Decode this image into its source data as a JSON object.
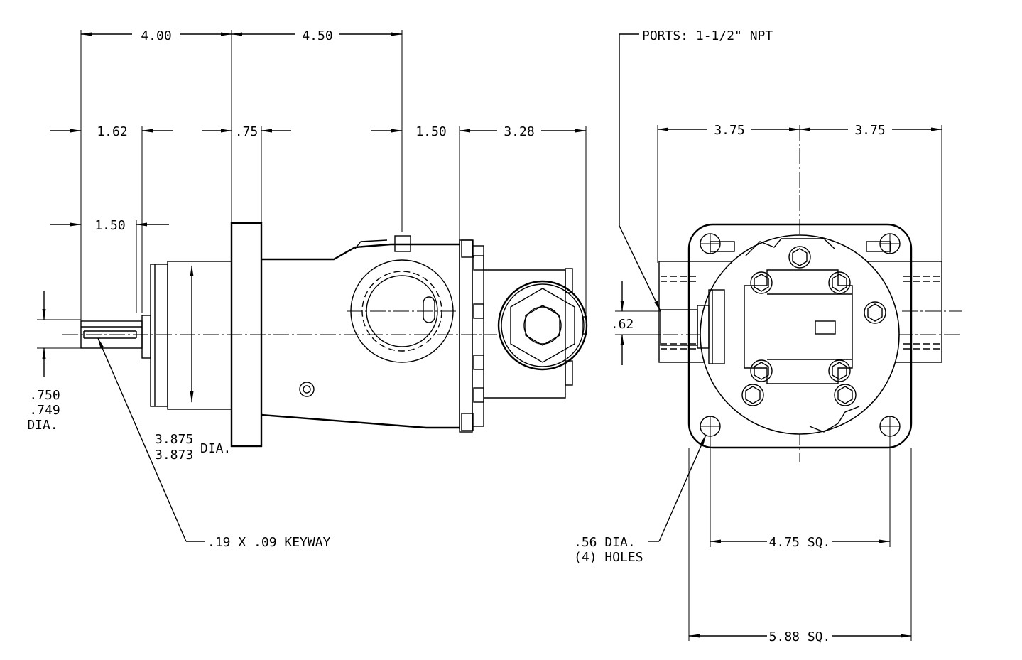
{
  "side_view": {
    "dim_overall_left": "4.00",
    "dim_overall_right": "4.50",
    "dim_shaft_length": "1.62",
    "dim_flange_thickness": ".75",
    "dim_port_offset": "1.50",
    "dim_rear_length": "3.28",
    "dim_key_length": "1.50",
    "shaft_dia": [
      ".750",
      ".749",
      "DIA."
    ],
    "pilot_dia": [
      "3.875",
      "3.873",
      "DIA."
    ],
    "keyway_note": ".19 X .09 KEYWAY"
  },
  "end_view": {
    "ports_note": "PORTS: 1-1/2\" NPT",
    "dim_left_half": "3.75",
    "dim_right_half": "3.75",
    "dim_port_offset": ".62",
    "holes_note": [
      ".56 DIA.",
      "(4) HOLES"
    ],
    "dim_bolt_square": "4.75 SQ.",
    "dim_flange_square": "5.88 SQ."
  }
}
